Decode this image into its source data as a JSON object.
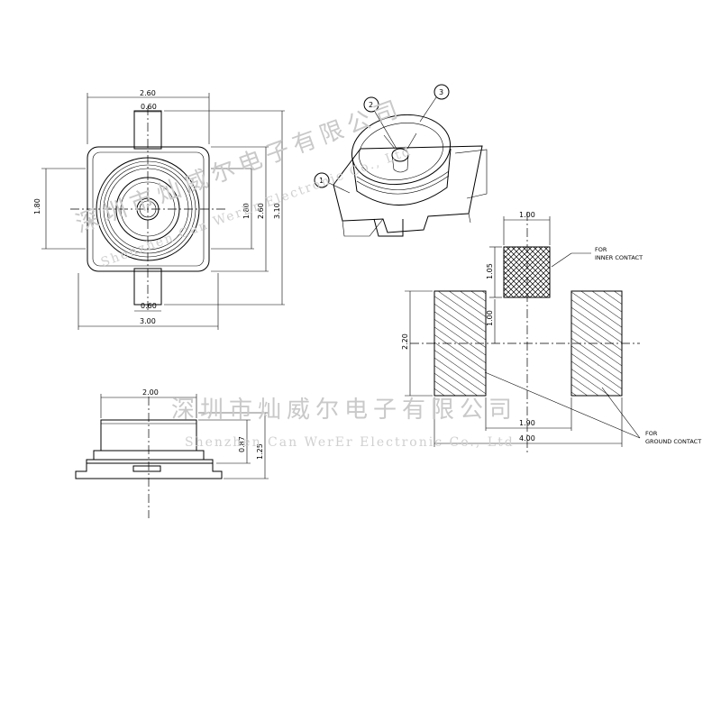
{
  "watermark": {
    "chinese": "深圳市灿威尔电子有限公司",
    "english": "Shenzhen Can WerEr Electronic Co., Ltd"
  },
  "top_view": {
    "dims": {
      "overall_top_width": "2.60",
      "top_tab_width": "0.60",
      "left_height": "1.80",
      "right_inner_height": "1.80",
      "right_mid_height": "2.60",
      "right_outer_height": "3.10",
      "bottom_tab_width": "0.60",
      "bottom_width": "3.00"
    }
  },
  "iso_view": {
    "callouts": [
      "1",
      "2",
      "3"
    ]
  },
  "side_view": {
    "dims": {
      "top_width": "2.00",
      "body_height": "0.87",
      "total_height": "1.25"
    }
  },
  "footprint": {
    "dims": {
      "pad_width": "1.00",
      "pad_height": "1.05",
      "pad_gap": "1.00",
      "ground_height": "2.20",
      "ground_gap": "1.90",
      "total_width": "4.00"
    },
    "notes": {
      "inner_line1": "FOR",
      "inner_line2": "INNER CONTACT",
      "ground_line1": "FOR",
      "ground_line2": "GROUND CONTACT"
    }
  }
}
